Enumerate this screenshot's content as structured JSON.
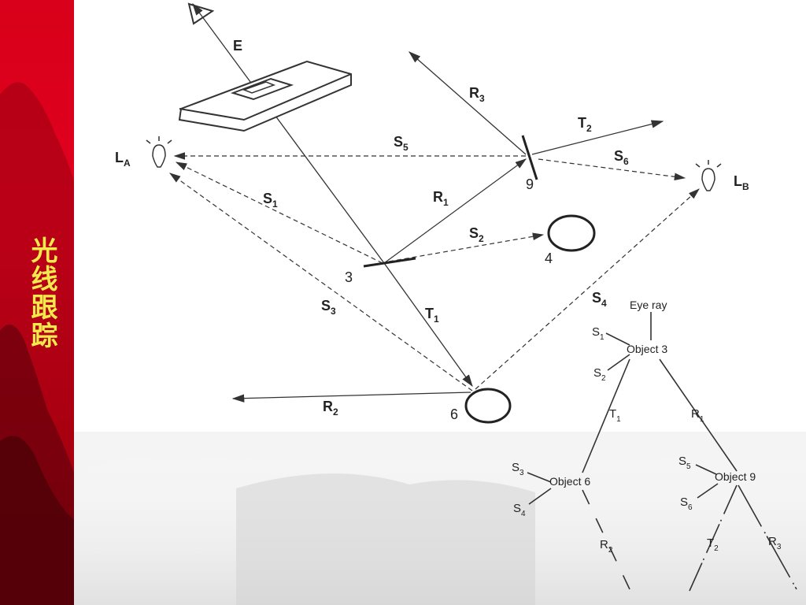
{
  "sidebar": {
    "title": "光线跟踪"
  },
  "diagram": {
    "eye_label": "E",
    "light_a": {
      "main": "L",
      "sub": "A"
    },
    "light_b": {
      "main": "L",
      "sub": "B"
    },
    "rays": [
      {
        "id": "s5",
        "main": "S",
        "sub": "5"
      },
      {
        "id": "s6",
        "main": "S",
        "sub": "6"
      },
      {
        "id": "s1",
        "main": "S",
        "sub": "1"
      },
      {
        "id": "r1",
        "main": "R",
        "sub": "1"
      },
      {
        "id": "s2",
        "main": "S",
        "sub": "2"
      },
      {
        "id": "s3",
        "main": "S",
        "sub": "3"
      },
      {
        "id": "t1",
        "main": "T",
        "sub": "1"
      },
      {
        "id": "s4",
        "main": "S",
        "sub": "4"
      },
      {
        "id": "r2",
        "main": "R",
        "sub": "2"
      },
      {
        "id": "r3",
        "main": "R",
        "sub": "3"
      },
      {
        "id": "t2",
        "main": "T",
        "sub": "2"
      }
    ],
    "objects": [
      "3",
      "4",
      "6",
      "9"
    ]
  },
  "tree": {
    "root": "Eye ray",
    "nodes": {
      "object3": "Object 3",
      "object6": "Object 6",
      "object9": "Object 9"
    },
    "edges": [
      {
        "id": "s1",
        "main": "S",
        "sub": "1"
      },
      {
        "id": "s2",
        "main": "S",
        "sub": "2"
      },
      {
        "id": "t1",
        "main": "T",
        "sub": "1"
      },
      {
        "id": "r1",
        "main": "R",
        "sub": "1"
      },
      {
        "id": "s3",
        "main": "S",
        "sub": "3"
      },
      {
        "id": "s4",
        "main": "S",
        "sub": "4"
      },
      {
        "id": "r2",
        "main": "R",
        "sub": "2"
      },
      {
        "id": "s5",
        "main": "S",
        "sub": "5"
      },
      {
        "id": "s6",
        "main": "S",
        "sub": "6"
      },
      {
        "id": "t2",
        "main": "T",
        "sub": "2"
      },
      {
        "id": "r3",
        "main": "R",
        "sub": "3"
      }
    ]
  }
}
